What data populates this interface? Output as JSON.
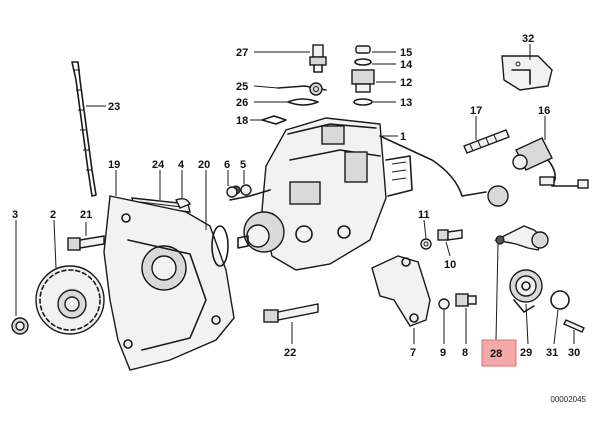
{
  "callouts": [
    {
      "id": "c27",
      "label": "27"
    },
    {
      "id": "c15",
      "label": "15"
    },
    {
      "id": "c14",
      "label": "14"
    },
    {
      "id": "c32",
      "label": "32"
    },
    {
      "id": "c25",
      "label": "25"
    },
    {
      "id": "c12",
      "label": "12"
    },
    {
      "id": "c23",
      "label": "23"
    },
    {
      "id": "c26",
      "label": "26"
    },
    {
      "id": "c13",
      "label": "13"
    },
    {
      "id": "c17",
      "label": "17"
    },
    {
      "id": "c16",
      "label": "16"
    },
    {
      "id": "c18",
      "label": "18"
    },
    {
      "id": "c1",
      "label": "1"
    },
    {
      "id": "c19",
      "label": "19"
    },
    {
      "id": "c24",
      "label": "24"
    },
    {
      "id": "c4",
      "label": "4"
    },
    {
      "id": "c20",
      "label": "20"
    },
    {
      "id": "c6",
      "label": "6"
    },
    {
      "id": "c5",
      "label": "5"
    },
    {
      "id": "c3",
      "label": "3"
    },
    {
      "id": "c2",
      "label": "2"
    },
    {
      "id": "c21",
      "label": "21"
    },
    {
      "id": "c11",
      "label": "11"
    },
    {
      "id": "c10",
      "label": "10"
    },
    {
      "id": "c22",
      "label": "22"
    },
    {
      "id": "c7",
      "label": "7"
    },
    {
      "id": "c9",
      "label": "9"
    },
    {
      "id": "c8",
      "label": "8"
    },
    {
      "id": "c28",
      "label": "28"
    },
    {
      "id": "c29",
      "label": "29"
    },
    {
      "id": "c31",
      "label": "31"
    },
    {
      "id": "c30",
      "label": "30"
    }
  ],
  "highlighted_part": "28",
  "highlight_color": "#f4a9a9",
  "reference_code": "00002045"
}
